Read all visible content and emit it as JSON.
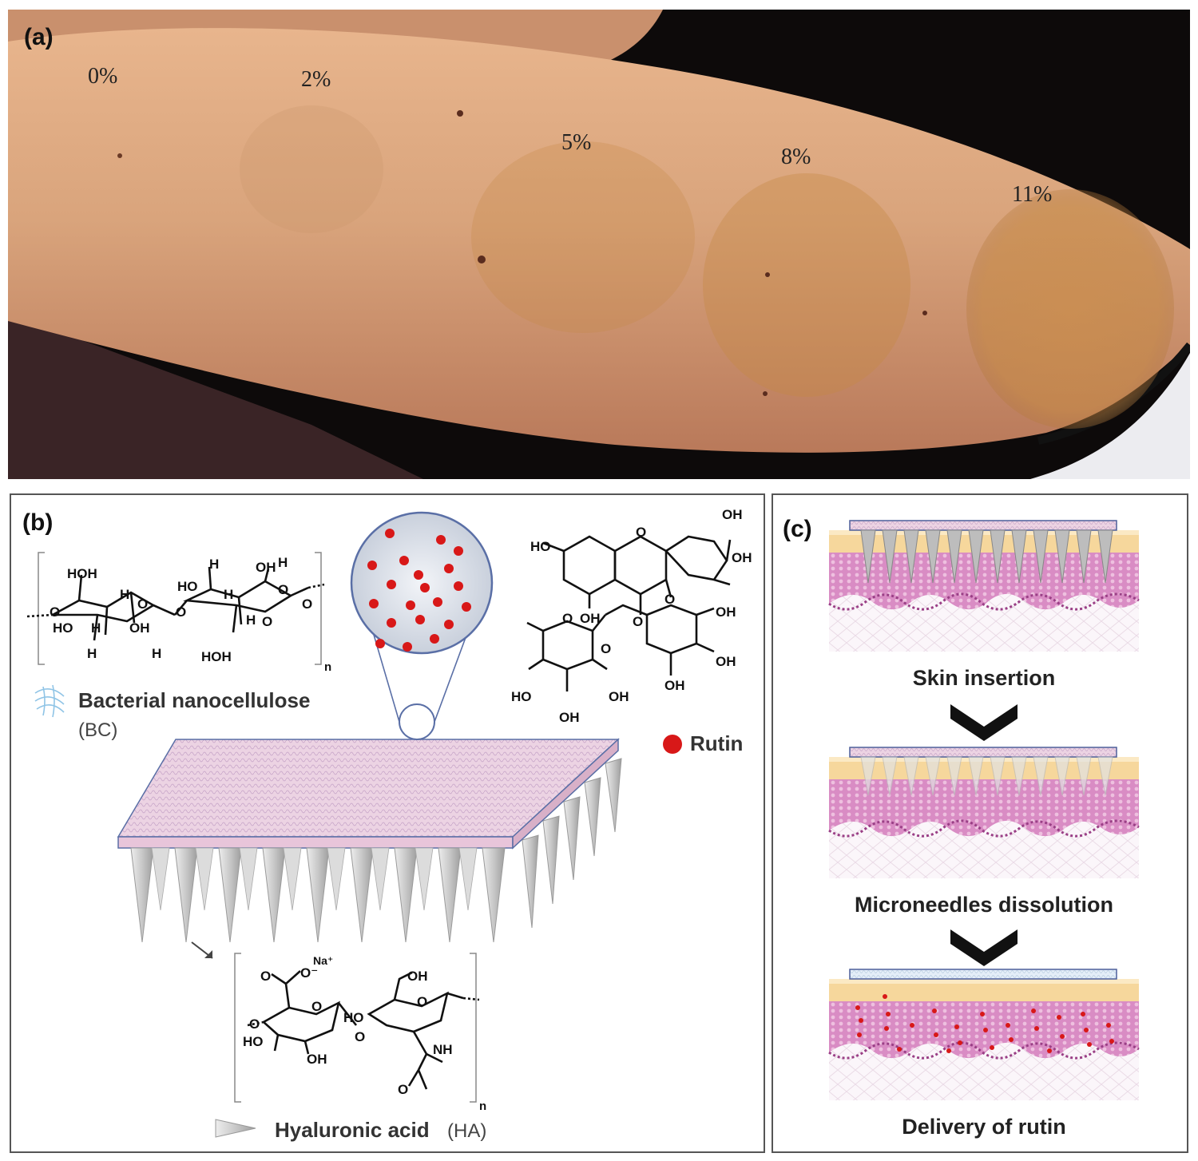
{
  "panel_a": {
    "label": "(a)",
    "concentrations": [
      "0%",
      "2%",
      "5%",
      "8%",
      "11%"
    ]
  },
  "panel_b": {
    "label": "(b)",
    "bc_name": "Bacterial nanocellulose",
    "bc_abbr": "(BC)",
    "rutin_label": "Rutin",
    "ha_name": "Hyaluronic acid",
    "ha_abbr": "(HA)",
    "sub_n": "n",
    "atoms": {
      "oh": "OH",
      "ho": "HO",
      "h": "H",
      "hoh": "HOH",
      "o": "O",
      "na": "Na⁺",
      "nh": "NH",
      "o_minus": "O⁻"
    }
  },
  "panel_c": {
    "label": "(c)",
    "steps": [
      "Skin insertion",
      "Microneedles dissolution",
      "Delivery of rutin"
    ]
  },
  "colors": {
    "skin": "#d9a77f",
    "stain": "#c48845",
    "rutin": "#d81818",
    "patch": "#e9c9dd",
    "needle": "#cfcfcf",
    "dermis": "#d98cc4",
    "epidermis": "#f6d79c"
  }
}
